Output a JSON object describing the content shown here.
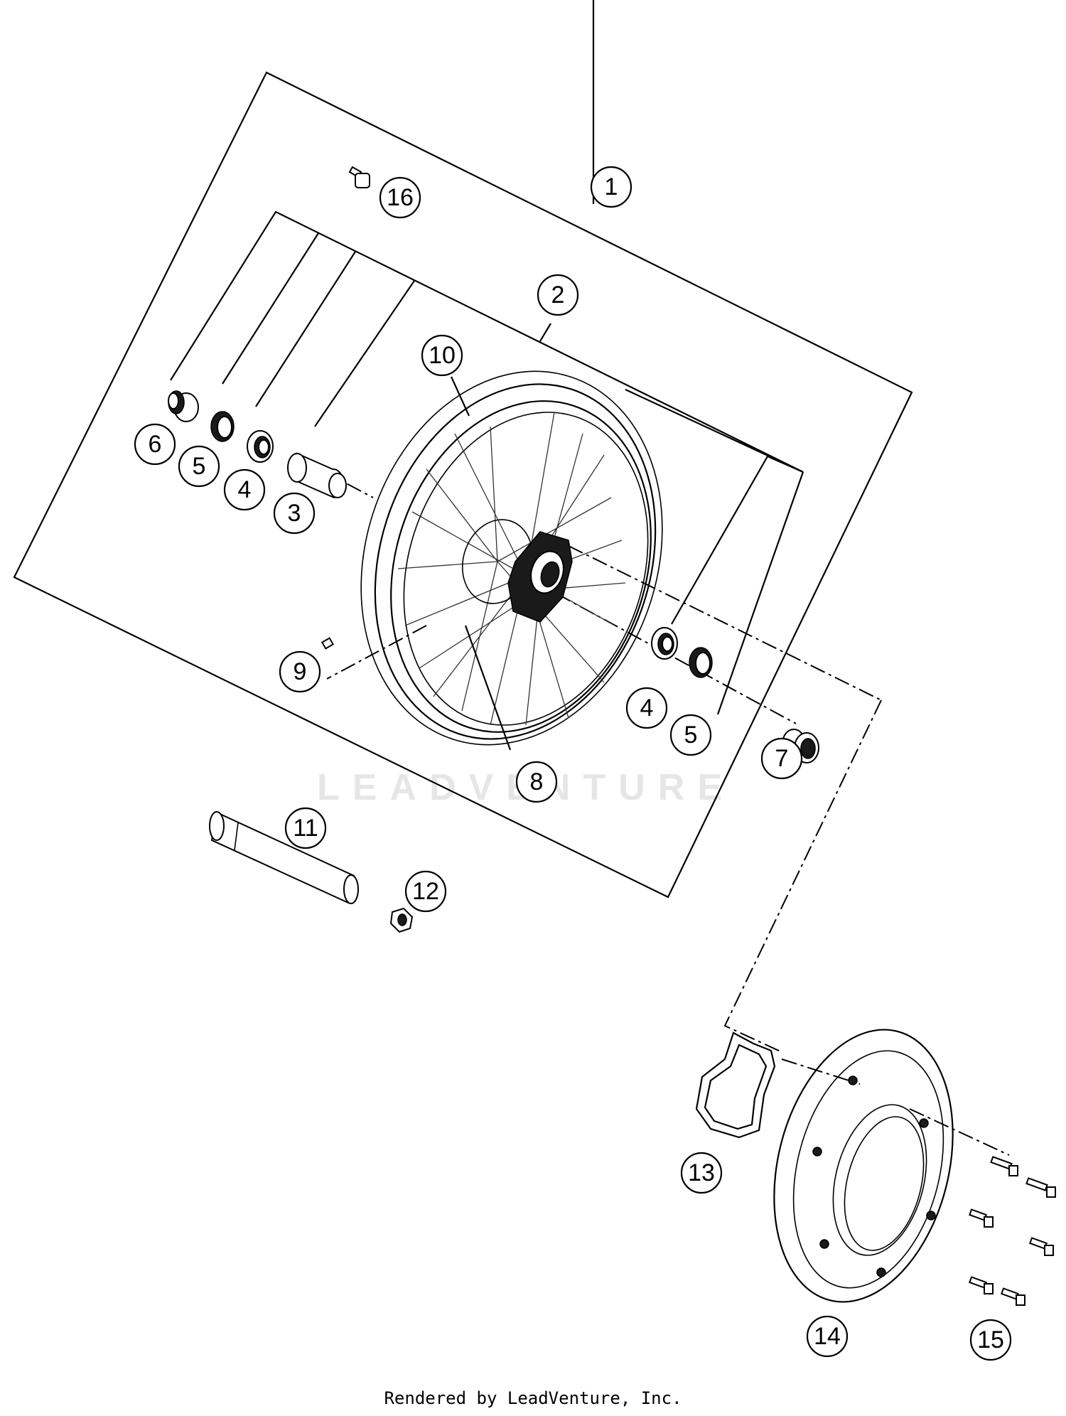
{
  "callouts": [
    {
      "id": "c1",
      "label": "1"
    },
    {
      "id": "c2",
      "label": "2"
    },
    {
      "id": "c3",
      "label": "3"
    },
    {
      "id": "c4a",
      "label": "4"
    },
    {
      "id": "c4b",
      "label": "4"
    },
    {
      "id": "c5a",
      "label": "5"
    },
    {
      "id": "c5b",
      "label": "5"
    },
    {
      "id": "c6",
      "label": "6"
    },
    {
      "id": "c7",
      "label": "7"
    },
    {
      "id": "c8",
      "label": "8"
    },
    {
      "id": "c9",
      "label": "9"
    },
    {
      "id": "c10",
      "label": "10"
    },
    {
      "id": "c11",
      "label": "11"
    },
    {
      "id": "c12",
      "label": "12"
    },
    {
      "id": "c13",
      "label": "13"
    },
    {
      "id": "c14",
      "label": "14"
    },
    {
      "id": "c15",
      "label": "15"
    },
    {
      "id": "c16",
      "label": "16"
    }
  ],
  "watermark": "LEADVENTURE",
  "footer": "Rendered by LeadVenture, Inc."
}
